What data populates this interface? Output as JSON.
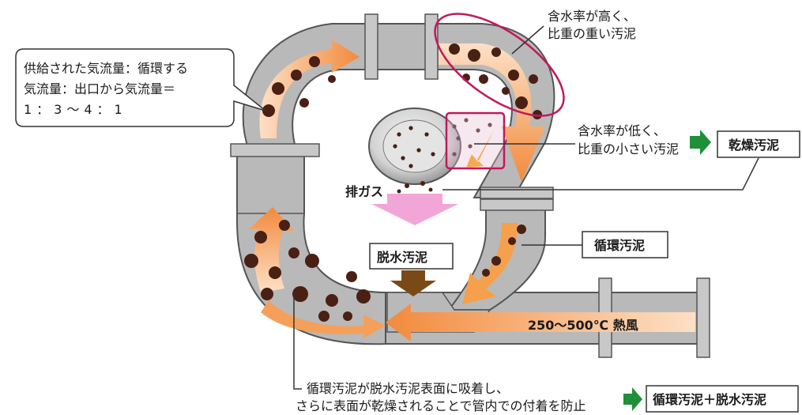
{
  "texts": {
    "high_moisture_line1": "含水率が高く、",
    "high_moisture_line2": "比重の重い汚泥",
    "low_moisture_line1": "含水率が低く、",
    "low_moisture_line2": "比重の小さい汚泥",
    "airflow_line1": "供給された気流量：循環する",
    "airflow_line2": "気流量：出口から気流量＝",
    "airflow_line3": "1：3〜4：1",
    "exhaust_gas": "排ガス",
    "dewatered_sludge": "脱水汚泥",
    "circulating_sludge": "循環汚泥",
    "dried_sludge": "乾燥汚泥",
    "hot_air": "250〜500℃ 熱風",
    "bottom_line1": "循環汚泥が脱水汚泥表面に吸着し、",
    "bottom_line2": "さらに表面が乾燥されることで管内での付着を防止",
    "output_mix": "循環汚泥＋脱水汚泥"
  },
  "colors": {
    "pipe": "#b9b9b9",
    "pipe_stroke": "#555555",
    "arrow_orange": "#f28a3c",
    "arrow_light": "#fbd7b6",
    "sludge": "#4a1f14",
    "exhaust_pink": "#f2a6d8",
    "highlight_magenta": "#c2185b",
    "green_arrow": "#1f8f3a",
    "brown_arrow": "#7a4a16"
  },
  "icons": {
    "output_arrow": "green-right-arrow-icon",
    "feed_arrow": "brown-down-arrow-icon",
    "exhaust_arrow": "pink-down-arrow-icon"
  }
}
